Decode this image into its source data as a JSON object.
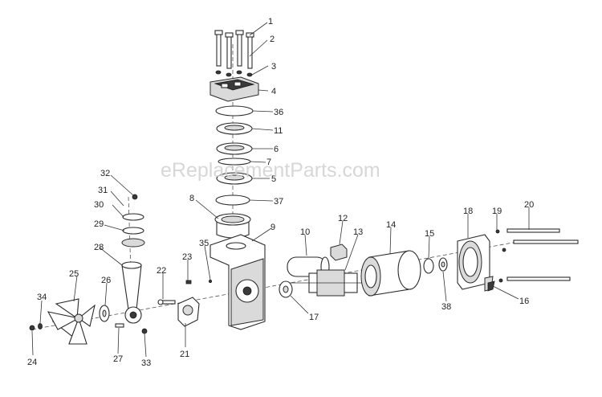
{
  "watermark": "eReplacementParts.com",
  "callouts": {
    "c1": "1",
    "c2": "2",
    "c3": "3",
    "c4": "4",
    "c5": "5",
    "c6": "6",
    "c7": "7",
    "c8": "8",
    "c9": "9",
    "c10": "10",
    "c11": "11",
    "c12": "12",
    "c13": "13",
    "c14": "14",
    "c15": "15",
    "c16": "16",
    "c17": "17",
    "c18": "18",
    "c19": "19",
    "c20": "20",
    "c21": "21",
    "c22": "22",
    "c23": "23",
    "c24": "24",
    "c25": "25",
    "c26": "26",
    "c27": "27",
    "c28": "28",
    "c29": "29",
    "c30": "30",
    "c31": "31",
    "c32": "32",
    "c33": "33",
    "c34": "34",
    "c35": "35",
    "c36": "36",
    "c37": "37",
    "c38": "38"
  }
}
